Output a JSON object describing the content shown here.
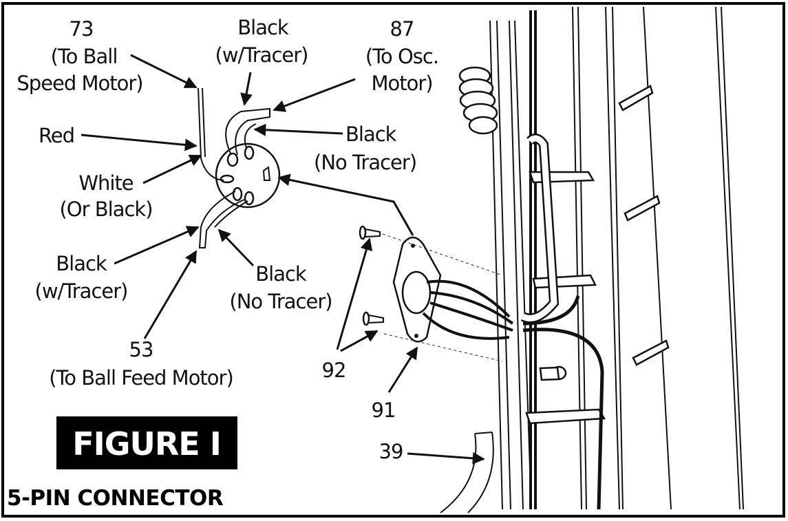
{
  "labels": {
    "p73": {
      "number": "73",
      "line1": "(To Ball",
      "line2": "Speed Motor)"
    },
    "black_tracer_top": {
      "line1": "Black",
      "line2": "(w/Tracer)"
    },
    "p87": {
      "number": "87",
      "line1": "(To Osc.",
      "line2": "Motor)"
    },
    "red": "Red",
    "black_no_tracer_top": {
      "line1": "Black",
      "line2": "(No Tracer)"
    },
    "white": {
      "line1": "White",
      "line2": "(Or Black)"
    },
    "black_tracer_bottom": {
      "line1": "Black",
      "line2": "(w/Tracer)"
    },
    "black_no_tracer_bottom": {
      "line1": "Black",
      "line2": "(No Tracer)"
    },
    "p53": {
      "number": "53",
      "line1": "(To Ball Feed Motor)"
    },
    "p92": "92",
    "p91": "91",
    "p39": "39"
  },
  "figure": {
    "title": "FIGURE I",
    "subtitle": "5-PIN CONNECTOR"
  },
  "colors": {
    "ink": "#111111",
    "background": "#ffffff"
  }
}
